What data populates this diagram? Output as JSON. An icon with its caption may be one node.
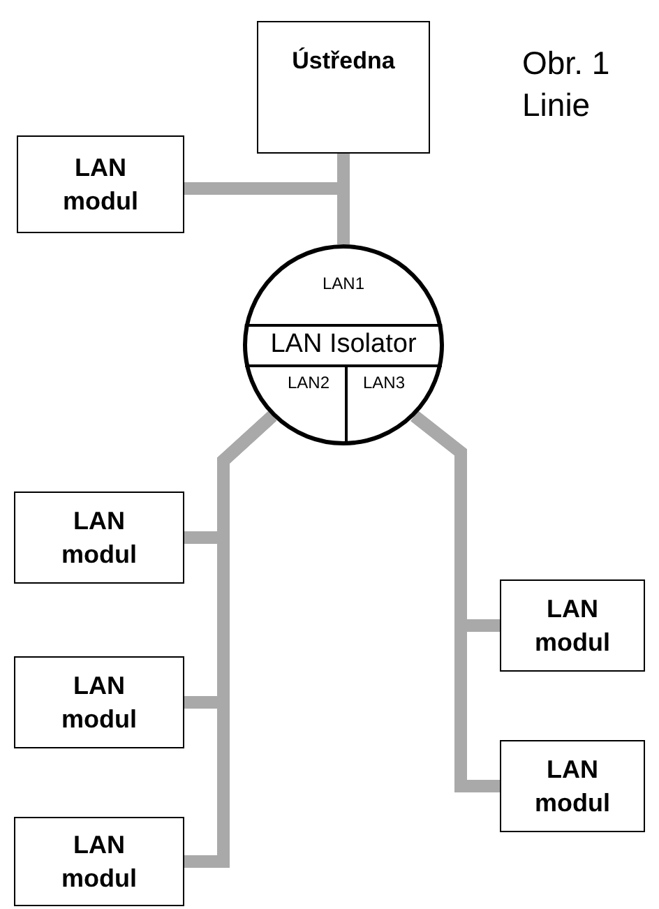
{
  "diagram": {
    "title": "Obr. 1 Linie",
    "nodes": [
      {
        "text": [
          "Ústředna"
        ]
      },
      {
        "text": [
          "LAN modul"
        ]
      },
      {
        "text": [
          "LAN1",
          "LAN Isolator",
          "LAN2",
          "LAN3"
        ]
      },
      {
        "text": [
          "LAN modul"
        ]
      },
      {
        "text": [
          "LAN modul"
        ]
      },
      {
        "text": [
          "LAN modul"
        ]
      },
      {
        "text": [
          "LAN modul"
        ]
      },
      {
        "text": [
          "LAN modul"
        ]
      }
    ],
    "edges": [
      {
        "from": 0,
        "to": 2,
        "arrow": "none"
      },
      {
        "from": 1,
        "to": 2,
        "arrow": "none"
      },
      {
        "from": 2,
        "to": 3,
        "arrow": "none"
      },
      {
        "from": 2,
        "to": 4,
        "arrow": "none"
      },
      {
        "from": 2,
        "to": 5,
        "arrow": "none"
      },
      {
        "from": 2,
        "to": 6,
        "arrow": "none"
      },
      {
        "from": 2,
        "to": 7,
        "arrow": "none"
      }
    ]
  }
}
